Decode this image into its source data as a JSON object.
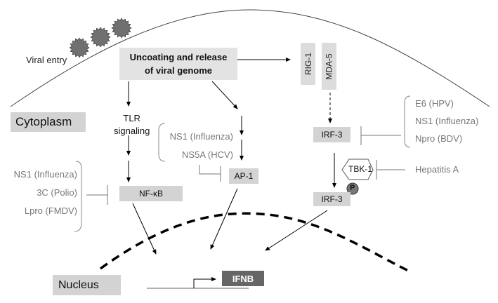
{
  "labels": {
    "viral_entry": "Viral entry",
    "uncoating_line1": "Uncoating and release",
    "uncoating_line2": "of viral genome",
    "cytoplasm": "Cytoplasm",
    "nucleus": "Nucleus",
    "tlr_line1": "TLR",
    "tlr_line2": "signaling",
    "rig1": "RIG-1",
    "mda5": "MDA-5",
    "irf3_top": "IRF-3",
    "irf3_bottom": "IRF-3",
    "tbk1": "TBK-1",
    "phospho": "P",
    "nfkb": "NF-κB",
    "ap1": "AP-1",
    "ifnb": "IFNB"
  },
  "inhibitors": {
    "nfkb_group": [
      "NS1 (Influenza)",
      "3C (Polio)",
      "Lpro (FMDV)"
    ],
    "ap1_group": [
      "NS1 (Influenza)",
      "NS5A (HCV)"
    ],
    "irf3_group": [
      "E6 (HPV)",
      "NS1 (Influenza)",
      "Npro (BDV)"
    ],
    "tbk1_inhibitor": "Hepatitis A"
  },
  "colors": {
    "box_fill": "#d3d3d3",
    "ifnb_fill": "#666666",
    "virus_fill": "#707070",
    "inhibitor_text": "#777777"
  }
}
